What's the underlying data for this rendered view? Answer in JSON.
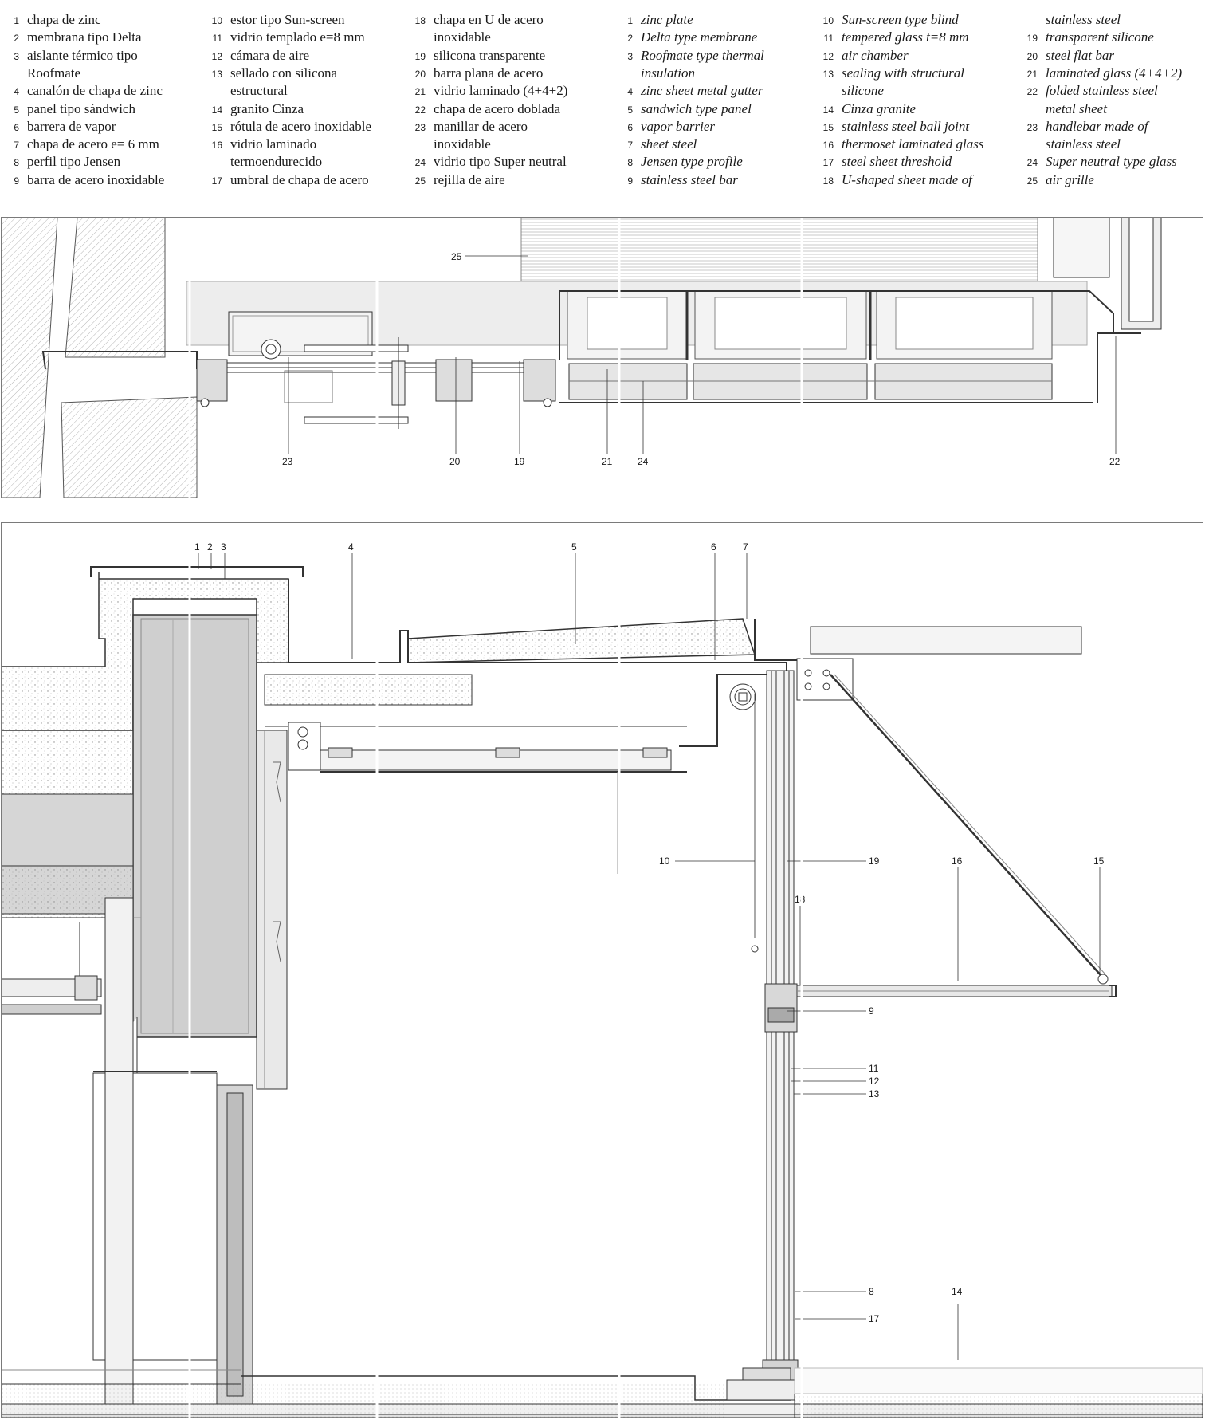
{
  "legend": {
    "es": [
      {
        "num": "1",
        "text": "chapa de zinc"
      },
      {
        "num": "2",
        "text": "membrana tipo Delta"
      },
      {
        "num": "3",
        "text": "aislante térmico tipo"
      },
      {
        "num": "",
        "text": "Roofmate"
      },
      {
        "num": "4",
        "text": "canalón de chapa de zinc"
      },
      {
        "num": "5",
        "text": "panel tipo sándwich"
      },
      {
        "num": "6",
        "text": "barrera de vapor"
      },
      {
        "num": "7",
        "text": "chapa de acero e= 6 mm"
      },
      {
        "num": "8",
        "text": "perfil tipo Jensen"
      },
      {
        "num": "9",
        "text": "barra de acero inoxidable"
      },
      {
        "num": "10",
        "text": "estor tipo Sun-screen"
      },
      {
        "num": "11",
        "text": "vidrio templado e=8 mm"
      },
      {
        "num": "12",
        "text": "cámara de aire"
      },
      {
        "num": "13",
        "text": "sellado con silicona"
      },
      {
        "num": "",
        "text": "estructural"
      },
      {
        "num": "14",
        "text": "granito Cinza"
      },
      {
        "num": "15",
        "text": "rótula de acero inoxidable"
      },
      {
        "num": "16",
        "text": "vidrio laminado"
      },
      {
        "num": "",
        "text": "termoendurecido"
      },
      {
        "num": "17",
        "text": "umbral de chapa de acero"
      },
      {
        "num": "18",
        "text": "chapa en U de acero"
      },
      {
        "num": "",
        "text": "inoxidable"
      },
      {
        "num": "19",
        "text": "silicona transparente"
      },
      {
        "num": "20",
        "text": "barra plana de acero"
      },
      {
        "num": "21",
        "text": "vidrio laminado (4+4+2)"
      },
      {
        "num": "22",
        "text": "chapa de acero doblada"
      },
      {
        "num": "23",
        "text": "manillar de acero"
      },
      {
        "num": "",
        "text": "inoxidable"
      },
      {
        "num": "24",
        "text": "vidrio tipo Super neutral"
      },
      {
        "num": "25",
        "text": "rejilla de aire"
      }
    ],
    "en": [
      {
        "num": "1",
        "text": "zinc plate"
      },
      {
        "num": "2",
        "text": "Delta type membrane"
      },
      {
        "num": "3",
        "text": "Roofmate type thermal"
      },
      {
        "num": "",
        "text": "insulation"
      },
      {
        "num": "4",
        "text": "zinc sheet metal gutter"
      },
      {
        "num": "5",
        "text": "sandwich type panel"
      },
      {
        "num": "6",
        "text": "vapor barrier"
      },
      {
        "num": "7",
        "text": "sheet steel"
      },
      {
        "num": "8",
        "text": "Jensen type profile"
      },
      {
        "num": "9",
        "text": "stainless steel bar"
      },
      {
        "num": "10",
        "text": "Sun-screen type blind"
      },
      {
        "num": "11",
        "text": "tempered glass t=8 mm"
      },
      {
        "num": "12",
        "text": "air chamber"
      },
      {
        "num": "13",
        "text": "sealing with structural"
      },
      {
        "num": "",
        "text": "silicone"
      },
      {
        "num": "14",
        "text": "Cinza granite"
      },
      {
        "num": "15",
        "text": "stainless steel ball joint"
      },
      {
        "num": "16",
        "text": "thermoset laminated glass"
      },
      {
        "num": "17",
        "text": "steel sheet threshold"
      },
      {
        "num": "18",
        "text": "U-shaped sheet made of"
      },
      {
        "num": "",
        "text": "stainless steel"
      },
      {
        "num": "19",
        "text": "transparent silicone"
      },
      {
        "num": "20",
        "text": "steel flat bar"
      },
      {
        "num": "21",
        "text": "laminated glass (4+4+2)"
      },
      {
        "num": "22",
        "text": "folded stainless steel"
      },
      {
        "num": "",
        "text": "metal sheet"
      },
      {
        "num": "23",
        "text": "handlebar made of"
      },
      {
        "num": "",
        "text": "stainless steel"
      },
      {
        "num": "24",
        "text": "Super neutral type glass"
      },
      {
        "num": "25",
        "text": "air grille"
      }
    ]
  },
  "plan_callouts": {
    "c25": "25",
    "c23": "23",
    "c20": "20",
    "c19": "19",
    "c21": "21",
    "c24": "24",
    "c22": "22"
  },
  "section_callouts": {
    "c1": "1",
    "c2": "2",
    "c3": "3",
    "c4": "4",
    "c5": "5",
    "c6": "6",
    "c7": "7",
    "c10": "10",
    "c19": "19",
    "c16": "16",
    "c15": "15",
    "c18": "18",
    "c9": "9",
    "c11": "11",
    "c12": "12",
    "c13": "13",
    "c8": "8",
    "c14": "14",
    "c17": "17"
  },
  "colors": {
    "line": "#3a3a3a",
    "fill_insulation": "#d9d9d9",
    "fill_light": "#ececec",
    "fill_mid": "#c8c8c8",
    "hatch": "#9a9a9a"
  }
}
